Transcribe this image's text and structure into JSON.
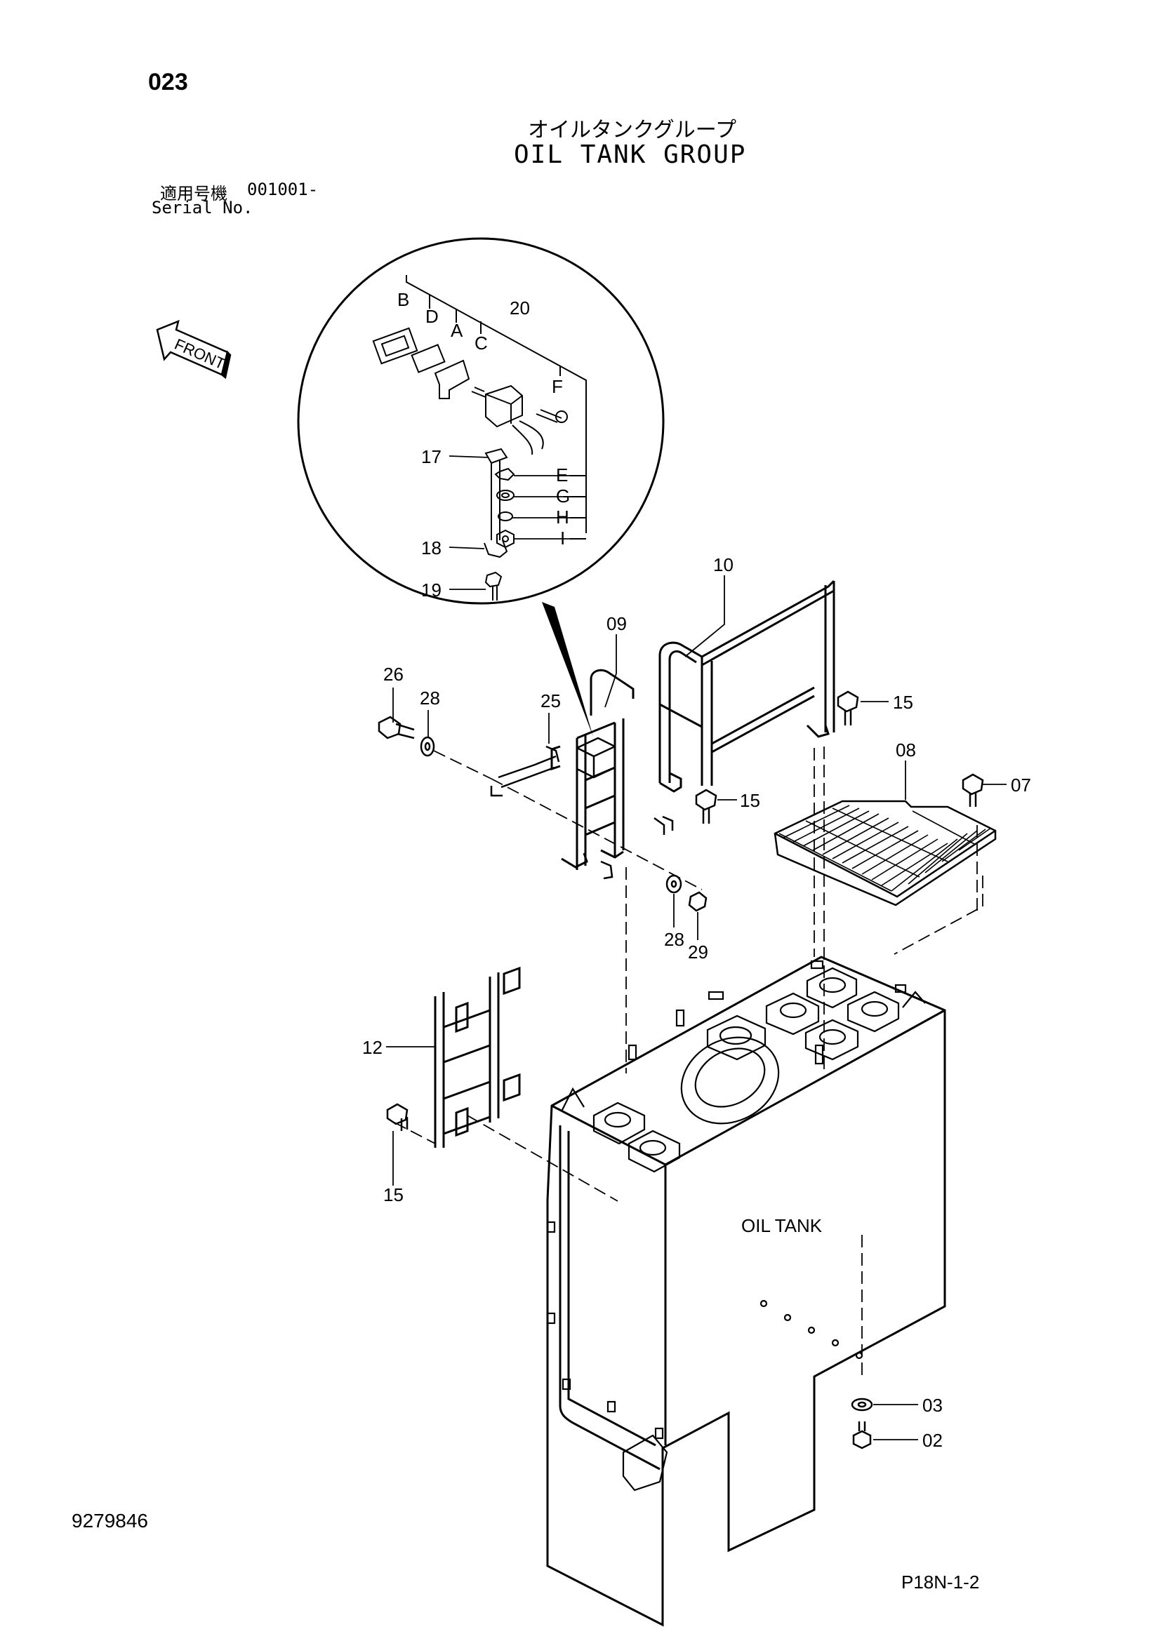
{
  "header": {
    "page_number": "023",
    "title_jp": "オイルタンクグループ",
    "title_en": "OIL TANK GROUP",
    "serial_label_jp": "適用号機",
    "serial_value": "001001-",
    "serial_label_en": "Serial No."
  },
  "footer": {
    "doc_number": "9279846",
    "page_code": "P18N-1-2"
  },
  "diagram": {
    "front_label": "FRONT",
    "tank_label": "OIL TANK",
    "callouts": {
      "p02": "02",
      "p03": "03",
      "p07": "07",
      "p08": "08",
      "p09": "09",
      "p10": "10",
      "p12": "12",
      "p15a": "15",
      "p15b": "15",
      "p15c": "15",
      "p17": "17",
      "p18": "18",
      "p19": "19",
      "p20": "20",
      "p25": "25",
      "p26": "26",
      "p28a": "28",
      "p28b": "28",
      "p29": "29",
      "sA": "A",
      "sB": "B",
      "sC": "C",
      "sD": "D",
      "sE": "E",
      "sF": "F",
      "sG": "G",
      "sH": "H",
      "sI": "I"
    }
  }
}
